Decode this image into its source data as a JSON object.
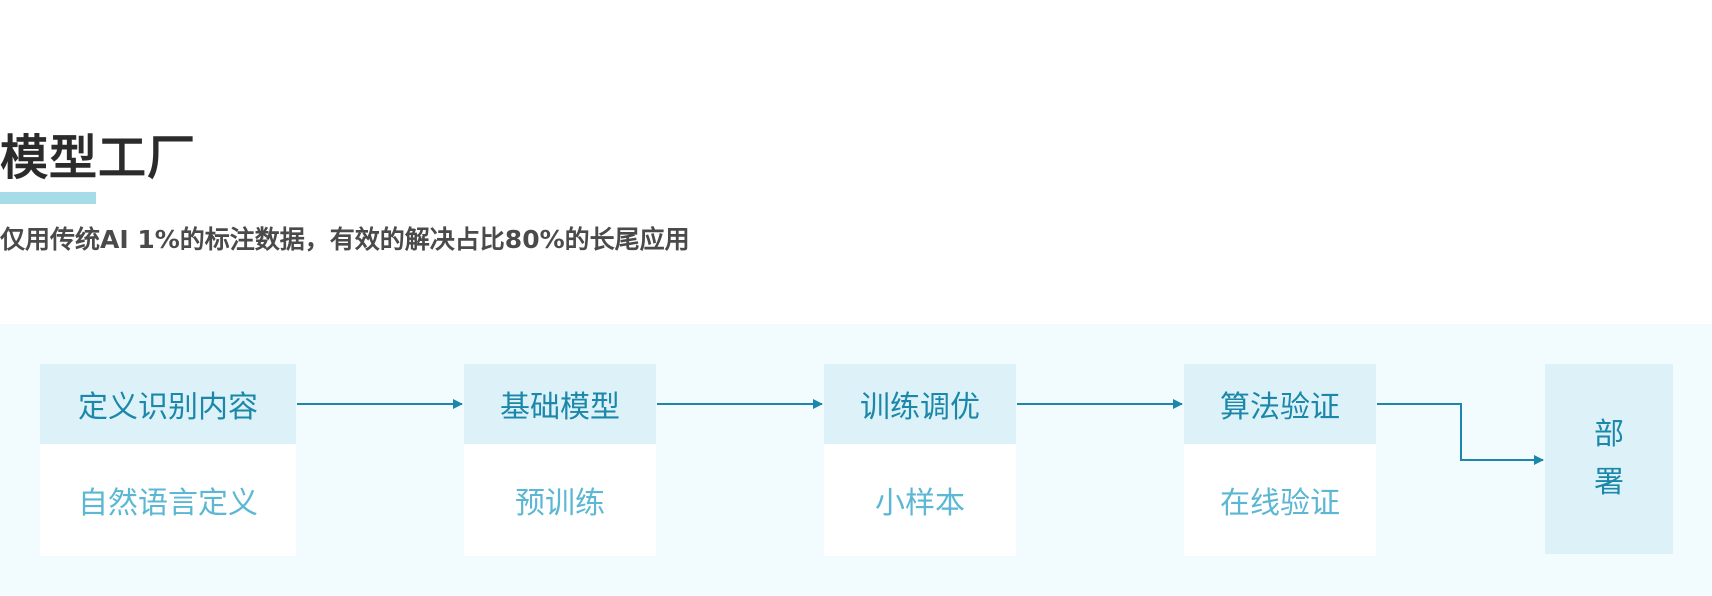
{
  "header": {
    "title": "模型工厂",
    "subtitle": "仅用传统AI 1%的标注数据，有效的解决占比80%的长尾应用"
  },
  "flow": {
    "steps": [
      {
        "title": "定义识别内容",
        "detail": "自然语言定义"
      },
      {
        "title": "基础模型",
        "detail": "预训练"
      },
      {
        "title": "训练调优",
        "detail": "小样本"
      },
      {
        "title": "算法验证",
        "detail": "在线验证"
      }
    ],
    "final_step": {
      "chars": [
        "部",
        "署"
      ]
    }
  },
  "colors": {
    "accent": "#1b87aa",
    "accent_light": "#5bb7d3",
    "box_header_bg": "#ddf2f8",
    "panel_bg": "#f2fbfd",
    "title_underline": "#a6dbe8"
  }
}
